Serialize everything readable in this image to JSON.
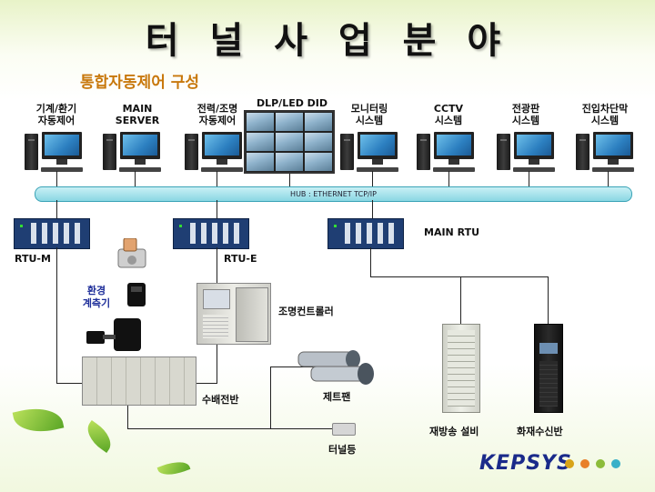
{
  "title": "터 널 사 업 분 야",
  "subtitle": "통합자동제어 구성",
  "workstations": [
    {
      "label": "기계/환기\n자동제어"
    },
    {
      "label": "MAIN\nSERVER"
    },
    {
      "label": "전력/조명\n자동제어"
    },
    {
      "label": "DLP/LED DID"
    },
    {
      "label": "모니터링\n시스템"
    },
    {
      "label": "CCTV\n시스템"
    },
    {
      "label": "전광판\n시스템"
    },
    {
      "label": "진입차단막\n시스템"
    }
  ],
  "hub_label": "HUB : ETHERNET TCP/IP",
  "rtus": {
    "left": "RTU-M",
    "center": "RTU-E",
    "right": "MAIN RTU"
  },
  "devices": {
    "env_meter": "환경\n계측기",
    "light_controller": "조명컨트롤러",
    "switchgear": "수배전반",
    "jet_fan": "제트팬",
    "tunnel_light": "터널등",
    "rebroadcast": "재방송 설비",
    "fire_receiver": "화재수신반"
  },
  "brand": "KEPSYS",
  "brand_dots": [
    "#d8a418",
    "#e8802a",
    "#8cbc3a",
    "#3ab0c8"
  ],
  "colors": {
    "subtitle": "#c8780c",
    "hub": "#8ad7e3",
    "rtu": "#1f3e73"
  }
}
